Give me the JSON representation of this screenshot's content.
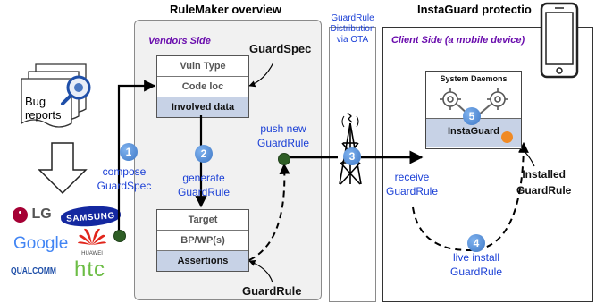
{
  "titles": {
    "rulemaker": "RuleMaker overview",
    "instaguard": "InstaGuard protectio"
  },
  "sides": {
    "vendors": "Vendors Side",
    "client": "Client Side (a mobile device)"
  },
  "ota": {
    "line1": "GuardRule",
    "line2": "Distribution",
    "line3": "via OTA"
  },
  "bug_reports": {
    "line1": "Bug",
    "line2": "reports"
  },
  "guardspec": {
    "label": "GuardSpec",
    "rows": [
      "Vuln Type",
      "Code loc",
      "Involved data"
    ]
  },
  "guardrule": {
    "label": "GuardRule",
    "rows": [
      "Target",
      "BP/WP(s)",
      "Assertions"
    ]
  },
  "steps": [
    {
      "num": "1",
      "line1": "compose",
      "line2": "GuardSpec"
    },
    {
      "num": "2",
      "line1": "generate",
      "line2": "GuardRule"
    },
    {
      "num": "3",
      "line1": "push new",
      "line2": "GuardRule"
    },
    {
      "num": "4",
      "line1": "live install",
      "line2": "GuardRule"
    },
    {
      "num": "5"
    }
  ],
  "receive": {
    "line1": "receive",
    "line2": "GuardRule"
  },
  "system_daemons": "System Daemons",
  "instaguard": "InstaGuard",
  "installed": {
    "line1": "Installed",
    "line2": "GuardRule"
  },
  "vendors": {
    "lg": "LG",
    "samsung": "SAMSUNG",
    "google": "Google",
    "huawei": "HUAWEI",
    "qualcomm": "QUALCOMM",
    "htc": "htc"
  },
  "colors": {
    "blue_text": "#1a3fd6",
    "purple_text": "#6a0dad",
    "shaded_row": "#c7d2e6",
    "dot_green": "#2e5e25",
    "installed_dot": "#f08a24"
  }
}
